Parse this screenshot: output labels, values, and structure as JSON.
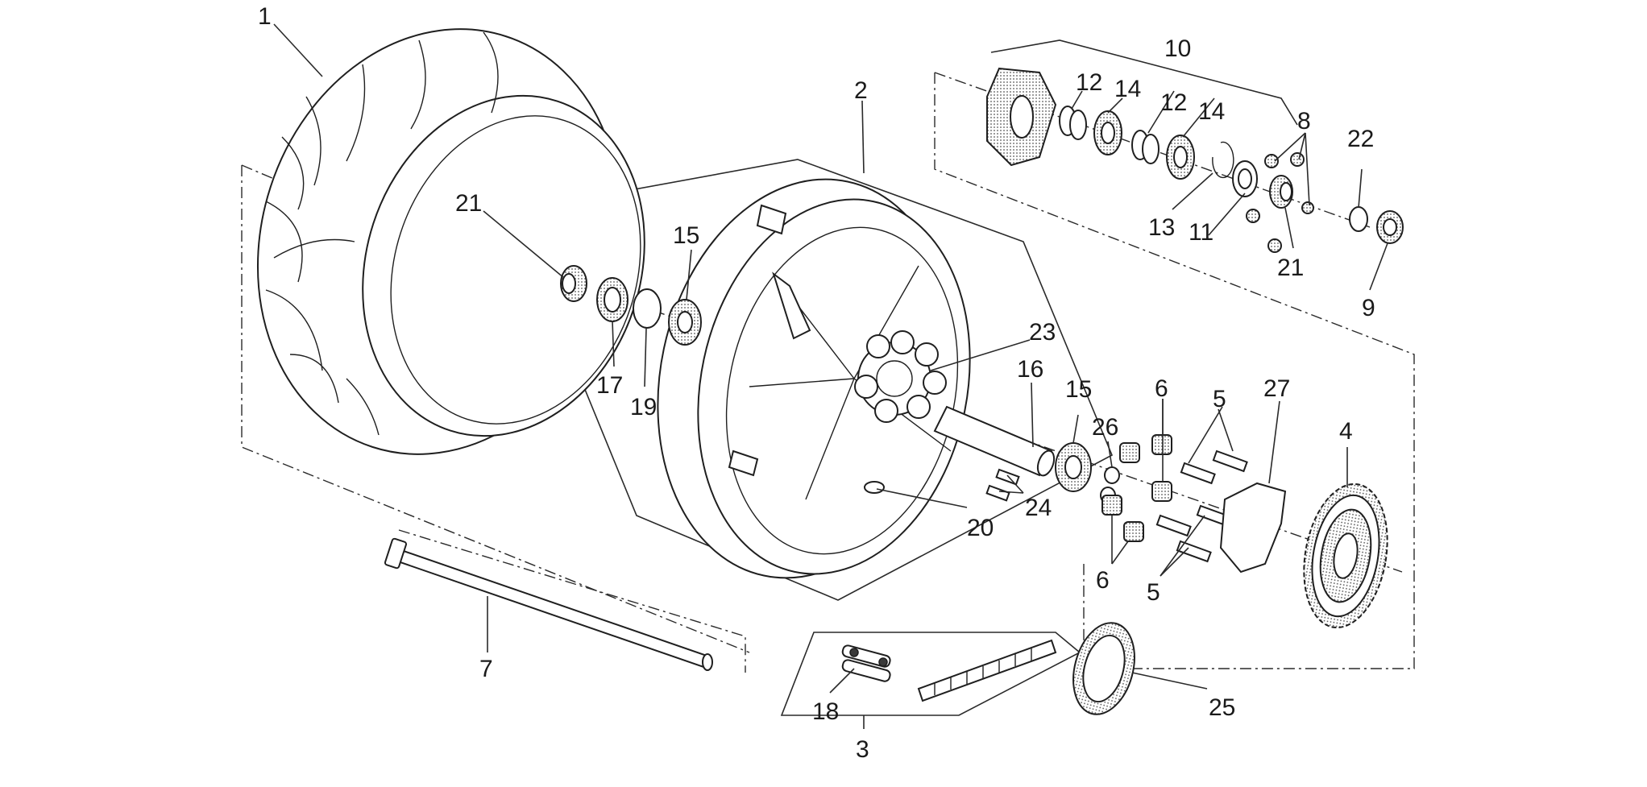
{
  "callouts": [
    {
      "id": "1",
      "label": "1"
    },
    {
      "id": "2",
      "label": "2"
    },
    {
      "id": "3",
      "label": "3"
    },
    {
      "id": "4",
      "label": "4"
    },
    {
      "id": "5a",
      "label": "5"
    },
    {
      "id": "5b",
      "label": "5"
    },
    {
      "id": "6a",
      "label": "6"
    },
    {
      "id": "6b",
      "label": "6"
    },
    {
      "id": "7",
      "label": "7"
    },
    {
      "id": "8",
      "label": "8"
    },
    {
      "id": "9",
      "label": "9"
    },
    {
      "id": "10",
      "label": "10"
    },
    {
      "id": "11",
      "label": "11"
    },
    {
      "id": "12a",
      "label": "12"
    },
    {
      "id": "12b",
      "label": "12"
    },
    {
      "id": "13",
      "label": "13"
    },
    {
      "id": "14a",
      "label": "14"
    },
    {
      "id": "14b",
      "label": "14"
    },
    {
      "id": "15a",
      "label": "15"
    },
    {
      "id": "15b",
      "label": "15"
    },
    {
      "id": "16",
      "label": "16"
    },
    {
      "id": "17",
      "label": "17"
    },
    {
      "id": "18",
      "label": "18"
    },
    {
      "id": "19",
      "label": "19"
    },
    {
      "id": "20",
      "label": "20"
    },
    {
      "id": "21a",
      "label": "21"
    },
    {
      "id": "21b",
      "label": "21"
    },
    {
      "id": "22",
      "label": "22"
    },
    {
      "id": "23",
      "label": "23"
    },
    {
      "id": "24",
      "label": "24"
    },
    {
      "id": "25",
      "label": "25"
    },
    {
      "id": "26",
      "label": "26"
    },
    {
      "id": "27",
      "label": "27"
    }
  ]
}
